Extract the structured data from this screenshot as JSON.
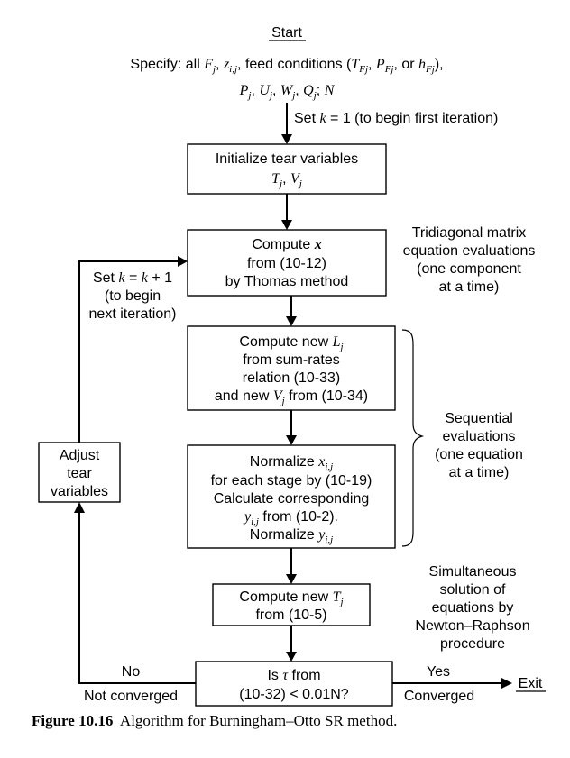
{
  "start_label": "Start",
  "specify": {
    "line1_parts": [
      "Specify: all ",
      "F",
      "j",
      ", ",
      "z",
      "i,j",
      ", feed conditions (",
      "T",
      "Fj",
      ", ",
      "P",
      "Fj",
      ", or ",
      "h",
      "Fj",
      "),"
    ],
    "line2_parts": [
      "P",
      "j",
      ", ",
      "U",
      "j",
      ", ",
      "W",
      "j",
      ", ",
      "Q",
      "j",
      "; ",
      "N"
    ]
  },
  "set_k1": {
    "prefix": "Set ",
    "var": "k",
    "suffix": " = 1 (to begin first iteration)"
  },
  "init_box": {
    "line1": "Initialize tear variables",
    "line2_parts": [
      "T",
      "j",
      ", ",
      "V",
      "j"
    ]
  },
  "compute_x_box": {
    "line1_prefix": "Compute ",
    "line1_var": "x",
    "line2": "from (10-12)",
    "line3": "by Thomas method"
  },
  "tridiagonal_note": [
    "Tridiagonal matrix",
    "equation evaluations",
    "(one component",
    "at a time)"
  ],
  "set_k_next": {
    "line1_parts": [
      "Set ",
      "k",
      " = ",
      "k",
      " + 1"
    ],
    "line2": "(to begin",
    "line3": "next iteration)"
  },
  "compute_L_box": {
    "line1_prefix": "Compute new ",
    "line1_var": "L",
    "line1_sub": "j",
    "line2": "from sum-rates",
    "line3": "relation (10-33)",
    "line4_prefix": "and new ",
    "line4_var": "V",
    "line4_sub": "j",
    "line4_suffix": " from (10-34)"
  },
  "sequential_note": [
    "Sequential",
    "evaluations",
    "(one equation",
    "at a time)"
  ],
  "adjust_box": [
    "Adjust",
    "tear",
    "variables"
  ],
  "normalize_box": {
    "line1_prefix": "Normalize ",
    "line1_var": "x",
    "line1_sub": "i,j",
    "line2": "for each stage by (10-19)",
    "line3": "Calculate corresponding",
    "line4_var": "y",
    "line4_sub": "i,j",
    "line4_suffix": " from (10-2).",
    "line5_prefix": "Normalize ",
    "line5_var": "y",
    "line5_sub": "i,j"
  },
  "simultaneous_note": [
    "Simultaneous",
    "solution of",
    "equations by",
    "Newton–Raphson",
    "procedure"
  ],
  "compute_T_box": {
    "line1_prefix": "Compute new ",
    "line1_var": "T",
    "line1_sub": "j",
    "line2": "from (10-5)"
  },
  "decision_box": {
    "line1_prefix": "Is ",
    "line1_var": "τ",
    "line1_suffix": " from",
    "line2": "(10-32) < 0.01N?"
  },
  "no_label": "No",
  "not_converged_label": "Not converged",
  "yes_label": "Yes",
  "converged_label": "Converged",
  "exit_label": "Exit",
  "caption": {
    "number": "Figure 10.16",
    "text": "  Algorithm for Burningham–Otto SR method."
  }
}
